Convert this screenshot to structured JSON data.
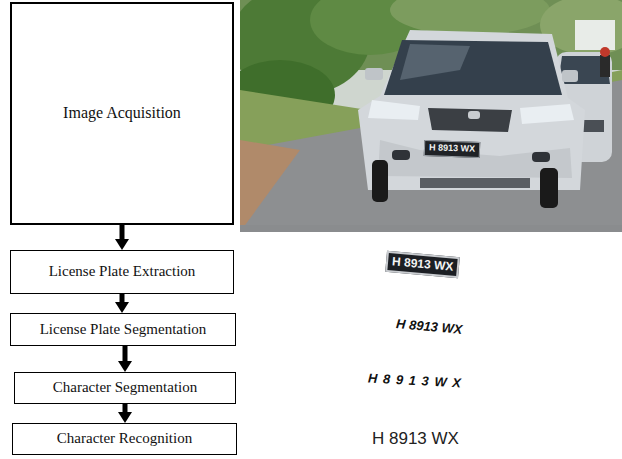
{
  "diagram": {
    "nodes": [
      {
        "text": [
          "Image Acquisition"
        ]
      },
      {
        "text": [
          "License Plate Extraction"
        ]
      },
      {
        "text": [
          "License Plate Segmentation"
        ]
      },
      {
        "text": [
          "Character Segmentation"
        ]
      },
      {
        "text": [
          "Character Recognition"
        ]
      }
    ],
    "edges": [
      {
        "from": 0,
        "to": 1,
        "arrow": "to"
      },
      {
        "from": 1,
        "to": 2,
        "arrow": "to"
      },
      {
        "from": 2,
        "to": 3,
        "arrow": "to"
      },
      {
        "from": 3,
        "to": 4,
        "arrow": "to"
      }
    ],
    "labels": [
      "H 8913 WX",
      "H 8913 WX",
      "H 8913 WX",
      "H 8 9 1 3 W X",
      "H 8913 WX"
    ]
  }
}
